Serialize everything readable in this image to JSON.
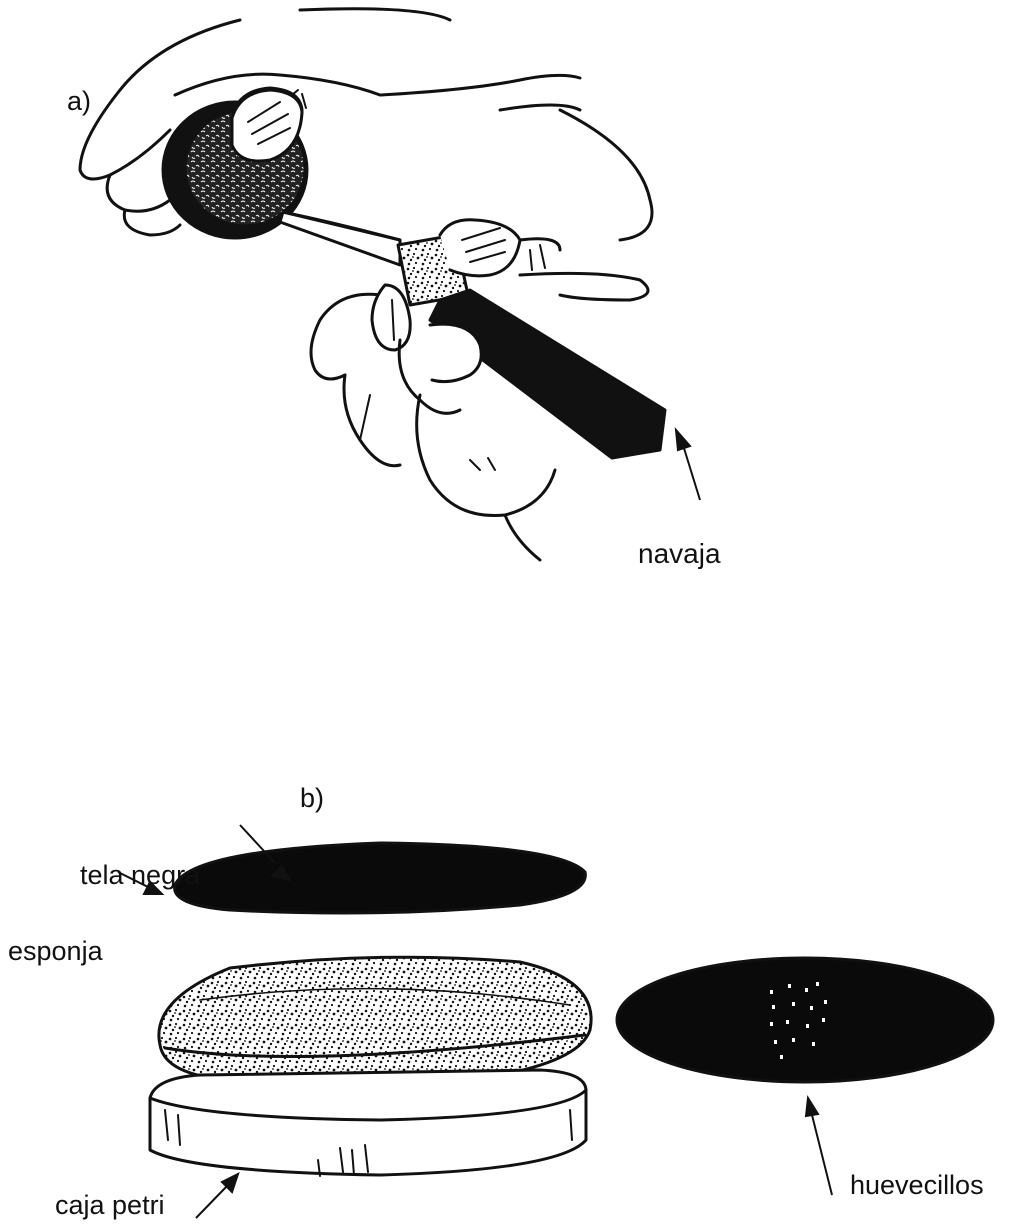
{
  "panel_a": {
    "label": "a)",
    "tool_label": "navaja"
  },
  "panel_b": {
    "label": "b)",
    "cloth_label": "tela negra",
    "sponge_label": "esponja",
    "dish_label": "caja petri",
    "eggs_label": "huevecillos"
  },
  "colors": {
    "ink": "#111111",
    "cloth": "#0a0a0a",
    "background": "#ffffff"
  }
}
